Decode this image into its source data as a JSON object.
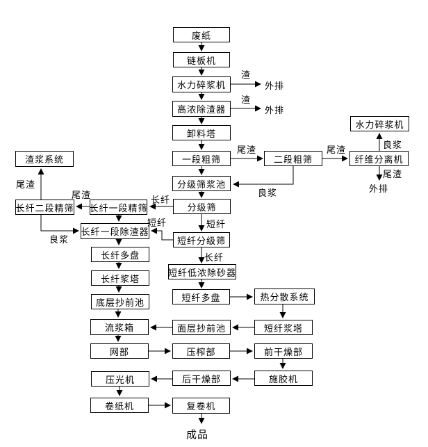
{
  "diagram": {
    "type": "flowchart",
    "language": "zh-CN",
    "description": "Waste paper pulping and papermaking process flow diagram"
  },
  "colors": {
    "background": "#ffffff",
    "box_border": "#000000",
    "box_fill": "#ffffff",
    "line": "#000000",
    "text": "#000000"
  },
  "nodes": {
    "waste_paper": "废纸",
    "chain_plate_machine": "链板机",
    "hydraulic_pulper": "水力碎浆机",
    "high_consistency_cleaner": "高浓除渣器",
    "discharge_tower": "卸料塔",
    "coarse_screen_stage1": "一段粗筛",
    "coarse_screen_stage2": "二段粗筛",
    "fiber_separator": "纤维分离机",
    "hydraulic_pulper_2": "水力碎浆机",
    "grading_screen_pulp_pool": "分级筛浆池",
    "slag_pulp_system": "渣浆系统",
    "long_fiber_fine_screen_stage2": "长纤二段精筛",
    "long_fiber_fine_screen_stage1": "长纤一段精筛",
    "grading_screen": "分级筛",
    "long_fiber_cleaner_stage1": "长纤一段除渣器",
    "short_fiber_grading_screen": "短纤分级筛",
    "short_fiber_low_consistency_sand_remover": "短纤低浓除砂器",
    "long_fiber_multi_disc": "长纤多盘",
    "long_fiber_pulp_tower": "长纤浆塔",
    "bottom_layer_machine_chest": "底层抄前池",
    "short_fiber_multi_disc": "短纤多盘",
    "heat_dispersion_system": "热分散系统",
    "short_fiber_pulp_tower": "短纤浆塔",
    "surface_layer_machine_chest": "面层抄前池",
    "headbox": "流浆箱",
    "wire_section": "网部",
    "press_section": "压榨部",
    "pre_dryer_section": "前干燥部",
    "sizing_machine": "施胶机",
    "after_dryer_section": "后干燥部",
    "calender": "压光机",
    "paper_reel": "卷纸机",
    "rewinder": "复卷机",
    "discharge_outlet_1": "外排",
    "discharge_outlet_2": "外排",
    "discharge_outlet_3": "外排",
    "finished_product": "成品"
  },
  "edge_labels": {
    "slag_1": "渣",
    "slag_2": "渣",
    "tail_slag_1": "尾渣",
    "tail_slag_2": "尾渣",
    "tail_slag_3": "尾渣",
    "tail_slag_4": "尾渣",
    "tail_slag_5": "尾渣",
    "good_pulp_1": "良浆",
    "good_pulp_2": "良浆",
    "good_pulp_3": "良浆",
    "long_fiber_1": "长纤",
    "long_fiber_2": "长纤",
    "short_fiber_1": "短纤",
    "short_fiber_2": "短纤"
  },
  "edges": [
    {
      "from": "废纸",
      "to": "链板机",
      "label": ""
    },
    {
      "from": "链板机",
      "to": "水力碎浆机",
      "label": ""
    },
    {
      "from": "水力碎浆机",
      "to": "外排",
      "label": "渣"
    },
    {
      "from": "水力碎浆机",
      "to": "高浓除渣器",
      "label": ""
    },
    {
      "from": "高浓除渣器",
      "to": "外排",
      "label": "渣"
    },
    {
      "from": "高浓除渣器",
      "to": "卸料塔",
      "label": ""
    },
    {
      "from": "卸料塔",
      "to": "一段粗筛",
      "label": ""
    },
    {
      "from": "一段粗筛",
      "to": "二段粗筛",
      "label": "尾渣"
    },
    {
      "from": "一段粗筛",
      "to": "分级筛浆池",
      "label": ""
    },
    {
      "from": "二段粗筛",
      "to": "纤维分离机",
      "label": "尾渣"
    },
    {
      "from": "二段粗筛",
      "to": "分级筛浆池",
      "label": "良浆"
    },
    {
      "from": "纤维分离机",
      "to": "水力碎浆机",
      "label": "良浆"
    },
    {
      "from": "纤维分离机",
      "to": "外排",
      "label": "尾渣"
    },
    {
      "from": "分级筛浆池",
      "to": "分级筛",
      "label": ""
    },
    {
      "from": "分级筛",
      "to": "长纤一段精筛",
      "label": "长纤"
    },
    {
      "from": "分级筛",
      "to": "短纤分级筛",
      "label": "短纤"
    },
    {
      "from": "长纤一段精筛",
      "to": "长纤二段精筛",
      "label": "尾渣"
    },
    {
      "from": "长纤一段精筛",
      "to": "长纤一段除渣器",
      "label": ""
    },
    {
      "from": "长纤二段精筛",
      "to": "渣浆系统",
      "label": "尾渣"
    },
    {
      "from": "长纤二段精筛",
      "to": "长纤一段除渣器",
      "label": "良浆"
    },
    {
      "from": "短纤分级筛",
      "to": "长纤一段除渣器",
      "label": "短纤"
    },
    {
      "from": "短纤分级筛",
      "to": "短纤低浓除砂器",
      "label": "长纤"
    },
    {
      "from": "长纤一段除渣器",
      "to": "长纤多盘",
      "label": ""
    },
    {
      "from": "长纤多盘",
      "to": "长纤浆塔",
      "label": ""
    },
    {
      "from": "长纤浆塔",
      "to": "底层抄前池",
      "label": ""
    },
    {
      "from": "底层抄前池",
      "to": "流浆箱",
      "label": ""
    },
    {
      "from": "短纤低浓除砂器",
      "to": "短纤多盘",
      "label": ""
    },
    {
      "from": "短纤多盘",
      "to": "热分散系统",
      "label": ""
    },
    {
      "from": "热分散系统",
      "to": "短纤浆塔",
      "label": ""
    },
    {
      "from": "短纤浆塔",
      "to": "面层抄前池",
      "label": ""
    },
    {
      "from": "面层抄前池",
      "to": "流浆箱",
      "label": ""
    },
    {
      "from": "流浆箱",
      "to": "网部",
      "label": ""
    },
    {
      "from": "网部",
      "to": "压榨部",
      "label": ""
    },
    {
      "from": "压榨部",
      "to": "前干燥部",
      "label": ""
    },
    {
      "from": "前干燥部",
      "to": "施胶机",
      "label": ""
    },
    {
      "from": "施胶机",
      "to": "后干燥部",
      "label": ""
    },
    {
      "from": "后干燥部",
      "to": "压光机",
      "label": ""
    },
    {
      "from": "压光机",
      "to": "卷纸机",
      "label": ""
    },
    {
      "from": "卷纸机",
      "to": "复卷机",
      "label": ""
    },
    {
      "from": "复卷机",
      "to": "成品",
      "label": ""
    }
  ]
}
